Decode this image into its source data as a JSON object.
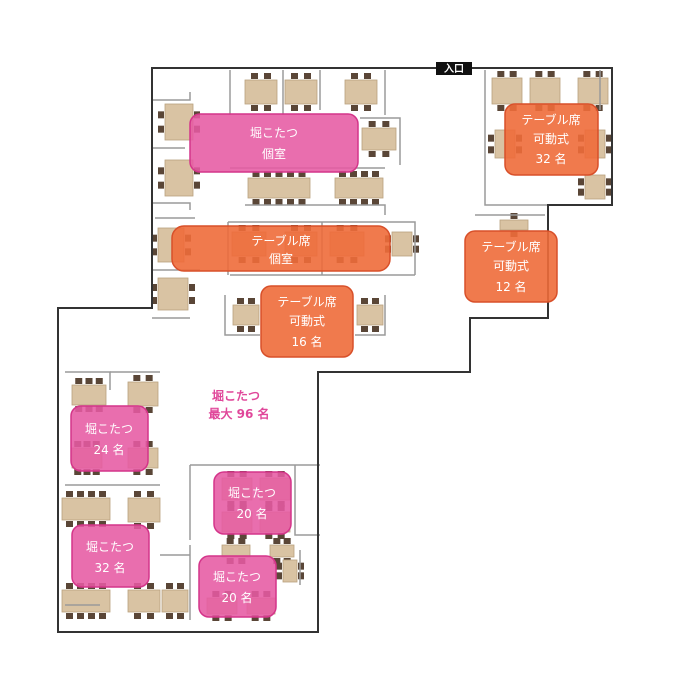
{
  "colors": {
    "pink": "#e65aa3",
    "orange": "#ee6b3a",
    "table": "#d9c3a3",
    "chair": "#5a4637",
    "wall": "#333333",
    "partition": "#9a9a9a",
    "free_text": "#e0479a",
    "entrance_bg": "#111111"
  },
  "entrance": {
    "label": "入口"
  },
  "zones": [
    {
      "id": "horikotatsu-private",
      "kind": "pink",
      "lines": [
        "堀こたつ",
        "個室"
      ]
    },
    {
      "id": "table-private",
      "kind": "orange",
      "lines": [
        "テーブル席",
        "個室"
      ]
    },
    {
      "id": "table-movable-16",
      "kind": "orange",
      "lines": [
        "テーブル席",
        "可動式",
        "16 名"
      ]
    },
    {
      "id": "table-movable-32",
      "kind": "orange",
      "lines": [
        "テーブル席",
        "可動式",
        "32 名"
      ]
    },
    {
      "id": "table-movable-12",
      "kind": "orange",
      "lines": [
        "テーブル席",
        "可動式",
        "12 名"
      ]
    },
    {
      "id": "horikotatsu-24",
      "kind": "pink",
      "lines": [
        "堀こたつ",
        "24 名"
      ]
    },
    {
      "id": "horikotatsu-32",
      "kind": "pink",
      "lines": [
        "堀こたつ",
        "32 名"
      ]
    },
    {
      "id": "horikotatsu-20a",
      "kind": "pink",
      "lines": [
        "堀こたつ",
        "20 名"
      ]
    },
    {
      "id": "horikotatsu-20b",
      "kind": "pink",
      "lines": [
        "堀こたつ",
        "20 名"
      ]
    }
  ],
  "capacity_note": {
    "lines": [
      "堀こたつ",
      "最大 96 名"
    ]
  }
}
